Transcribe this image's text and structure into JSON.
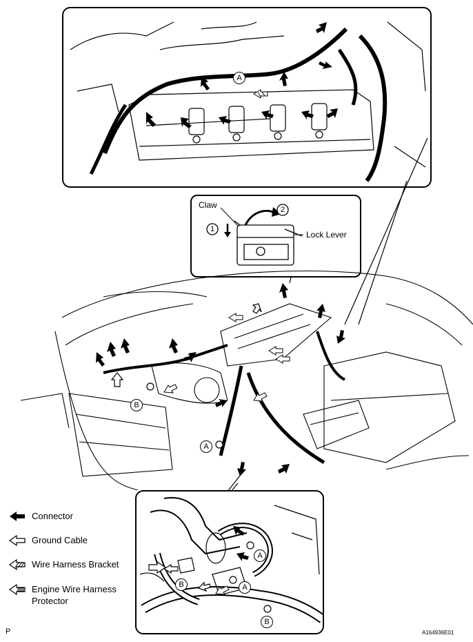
{
  "top_callout": {
    "label_a": "A"
  },
  "claw_callout": {
    "claw": "Claw",
    "lock_lever": "Lock Lever",
    "step_1": "1",
    "step_2": "2"
  },
  "main_view": {
    "label_a": "A",
    "label_b": "B"
  },
  "bottom_callout": {
    "label_a1": "A",
    "label_a2": "A",
    "label_b1": "B",
    "label_b2": "B"
  },
  "legend": {
    "connector": "Connector",
    "ground_cable": "Ground Cable",
    "wire_harness_bracket": "Wire Harness Bracket",
    "engine_wire_harness_protector": "Engine Wire Harness",
    "engine_wire_harness_protector_line2": "Protector"
  },
  "footer": {
    "left_mark": "P",
    "figure_id": "A164936E01"
  }
}
